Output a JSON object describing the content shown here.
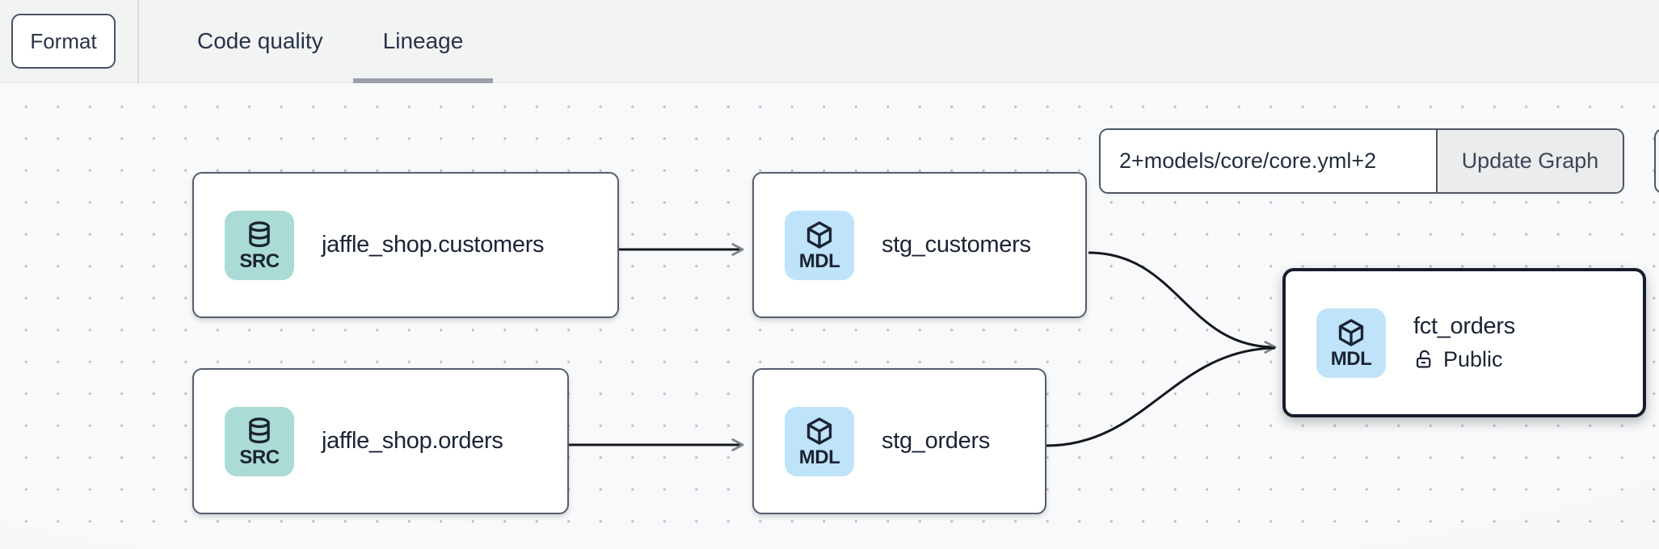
{
  "toolbar": {
    "format_button": "Format",
    "tabs": [
      {
        "label": "Code quality",
        "active": false
      },
      {
        "label": "Lineage",
        "active": true
      }
    ]
  },
  "lineage": {
    "selector": {
      "value": "2+models/core/core.yml+2",
      "update_label": "Update Graph"
    },
    "nodes": [
      {
        "type": "source",
        "badge": "SRC",
        "icon": "database-icon",
        "title": "jaffle_shop.customers"
      },
      {
        "type": "model",
        "badge": "MDL",
        "icon": "cube-icon",
        "title": "stg_customers"
      },
      {
        "type": "source",
        "badge": "SRC",
        "icon": "database-icon",
        "title": "jaffle_shop.orders"
      },
      {
        "type": "model",
        "badge": "MDL",
        "icon": "cube-icon",
        "title": "stg_orders"
      },
      {
        "type": "model",
        "badge": "MDL",
        "icon": "cube-icon",
        "title": "fct_orders",
        "access": "Public",
        "selected": true
      }
    ],
    "edges": [
      {
        "from": "jaffle_shop.customers",
        "to": "stg_customers"
      },
      {
        "from": "jaffle_shop.orders",
        "to": "stg_orders"
      },
      {
        "from": "stg_customers",
        "to": "fct_orders"
      },
      {
        "from": "stg_orders",
        "to": "fct_orders"
      }
    ]
  },
  "colors": {
    "topbar_bg": "#f2f3f3",
    "canvas_bg": "#f8f9fa",
    "source_badge_bg": "#abdbd5",
    "model_badge_bg": "#bfe3f9",
    "node_border": "#565d6d",
    "selected_node_border": "#161d2b",
    "edge_color": "#15181e",
    "arrowhead_color": "#80848d",
    "tab_underline": "#9aa0aa",
    "update_button_bg": "#ebeced"
  }
}
